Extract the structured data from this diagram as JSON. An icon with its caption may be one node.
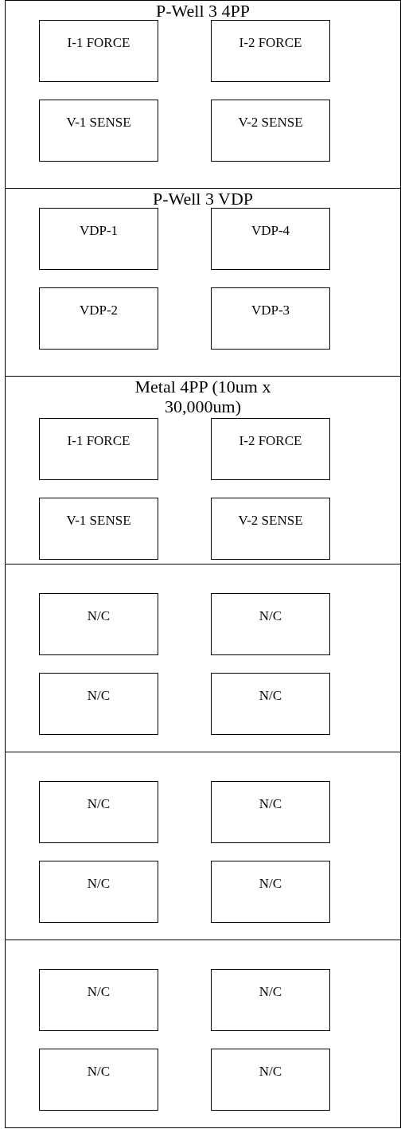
{
  "diagram": {
    "nodes": [
      {
        "text": [
          "P-Well 3 4PP"
        ]
      },
      {
        "text": [
          "I-1 FORCE"
        ],
        "in": 0
      },
      {
        "text": [
          "I-2 FORCE"
        ],
        "in": 0
      },
      {
        "text": [
          "V-1 SENSE"
        ],
        "in": 0
      },
      {
        "text": [
          "V-2 SENSE"
        ],
        "in": 0
      },
      {
        "text": [
          "P-Well 3 VDP"
        ]
      },
      {
        "text": [
          "VDP-1"
        ],
        "in": 5
      },
      {
        "text": [
          "VDP-4"
        ],
        "in": 5
      },
      {
        "text": [
          "VDP-2"
        ],
        "in": 5
      },
      {
        "text": [
          "VDP-3"
        ],
        "in": 5
      },
      {
        "text": [
          "Metal 4PP (10um x 30,000um)"
        ]
      },
      {
        "text": [
          "I-1 FORCE"
        ],
        "in": 10
      },
      {
        "text": [
          "I-2 FORCE"
        ],
        "in": 10
      },
      {
        "text": [
          "V-1 SENSE"
        ],
        "in": 10
      },
      {
        "text": [
          "V-2 SENSE"
        ],
        "in": 10
      },
      {
        "text": [],
        "shape": "box"
      },
      {
        "text": [
          "N/C"
        ],
        "in": 15
      },
      {
        "text": [
          "N/C"
        ],
        "in": 15
      },
      {
        "text": [
          "N/C"
        ],
        "in": 15
      },
      {
        "text": [
          "N/C"
        ],
        "in": 15
      },
      {
        "text": [],
        "shape": "box"
      },
      {
        "text": [
          "N/C"
        ],
        "in": 20
      },
      {
        "text": [
          "N/C"
        ],
        "in": 20
      },
      {
        "text": [
          "N/C"
        ],
        "in": 20
      },
      {
        "text": [
          "N/C"
        ],
        "in": 20
      },
      {
        "text": [],
        "shape": "box"
      },
      {
        "text": [
          "N/C"
        ],
        "in": 25
      },
      {
        "text": [
          "N/C"
        ],
        "in": 25
      },
      {
        "text": [
          "N/C"
        ],
        "in": 25
      },
      {
        "text": [
          "N/C"
        ],
        "in": 25
      }
    ],
    "edges": []
  }
}
